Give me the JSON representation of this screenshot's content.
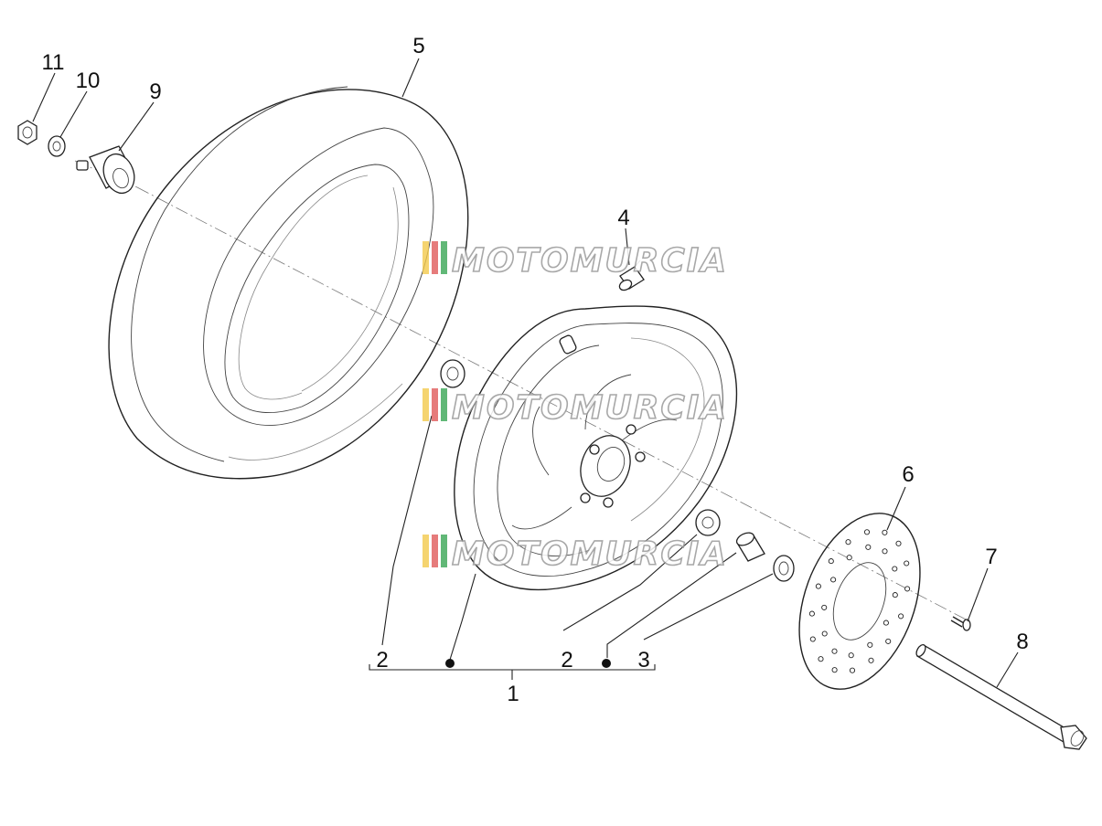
{
  "diagram": {
    "callouts": {
      "c1": "1",
      "c2a": "2",
      "c2b": "2",
      "c3": "3",
      "c4": "4",
      "c5": "5",
      "c6": "6",
      "c7": "7",
      "c8": "8",
      "c9": "9",
      "c10": "10",
      "c11": "11"
    },
    "watermark": {
      "text": "MOTOMURCIA",
      "stripe_colors": [
        "#f2c94c",
        "#e05a5a",
        "#3aa655"
      ]
    },
    "line_color": "#222222"
  }
}
